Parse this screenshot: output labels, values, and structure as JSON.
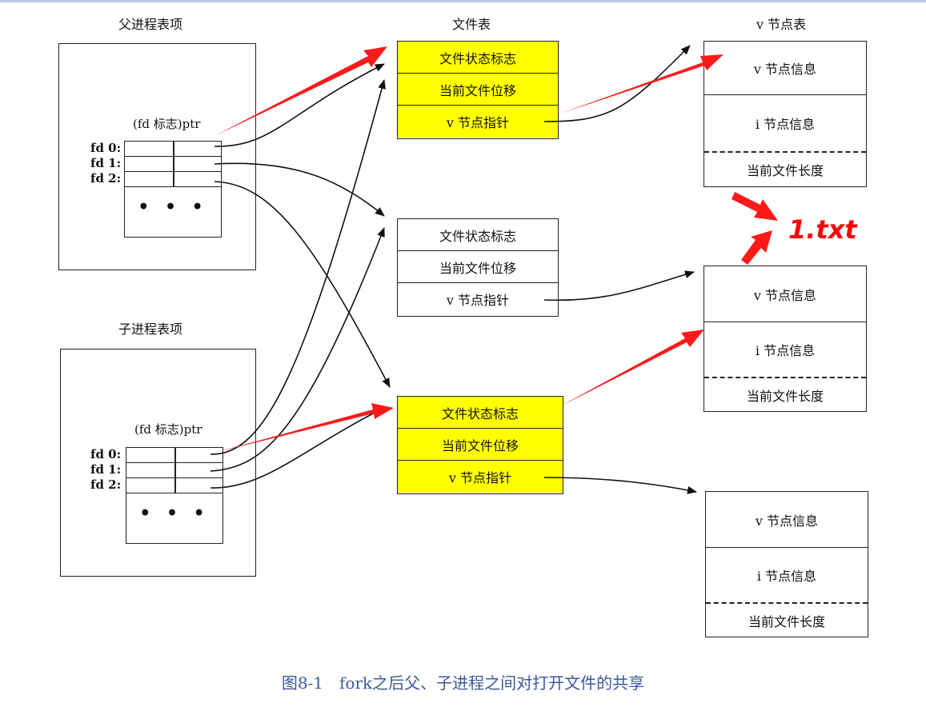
{
  "headers": {
    "parent_entry": "父进程表项",
    "child_entry": "子进程表项",
    "file_table": "文件表",
    "vnode_table": "v 节点表"
  },
  "fd_header": "(fd 标志)ptr",
  "fd_labels": [
    "fd 0:",
    "fd 1:",
    "fd 2:"
  ],
  "ellipsis": "• • •",
  "file_entry": {
    "status_flags": "文件状态标志",
    "offset": "当前文件位移",
    "vnode_ptr": "v 节点指针"
  },
  "vnode_entry": {
    "vnode_info": "v 节点信息",
    "inode_info": "i 节点信息",
    "file_size": "当前文件长度"
  },
  "annotation": "1.txt",
  "caption": "图8-1　fork之后父、子进程之间对打开文件的共享",
  "colors": {
    "highlight": "#ffff00",
    "annotation_red": "#ff0000",
    "caption_blue": "#3a5a9a"
  }
}
